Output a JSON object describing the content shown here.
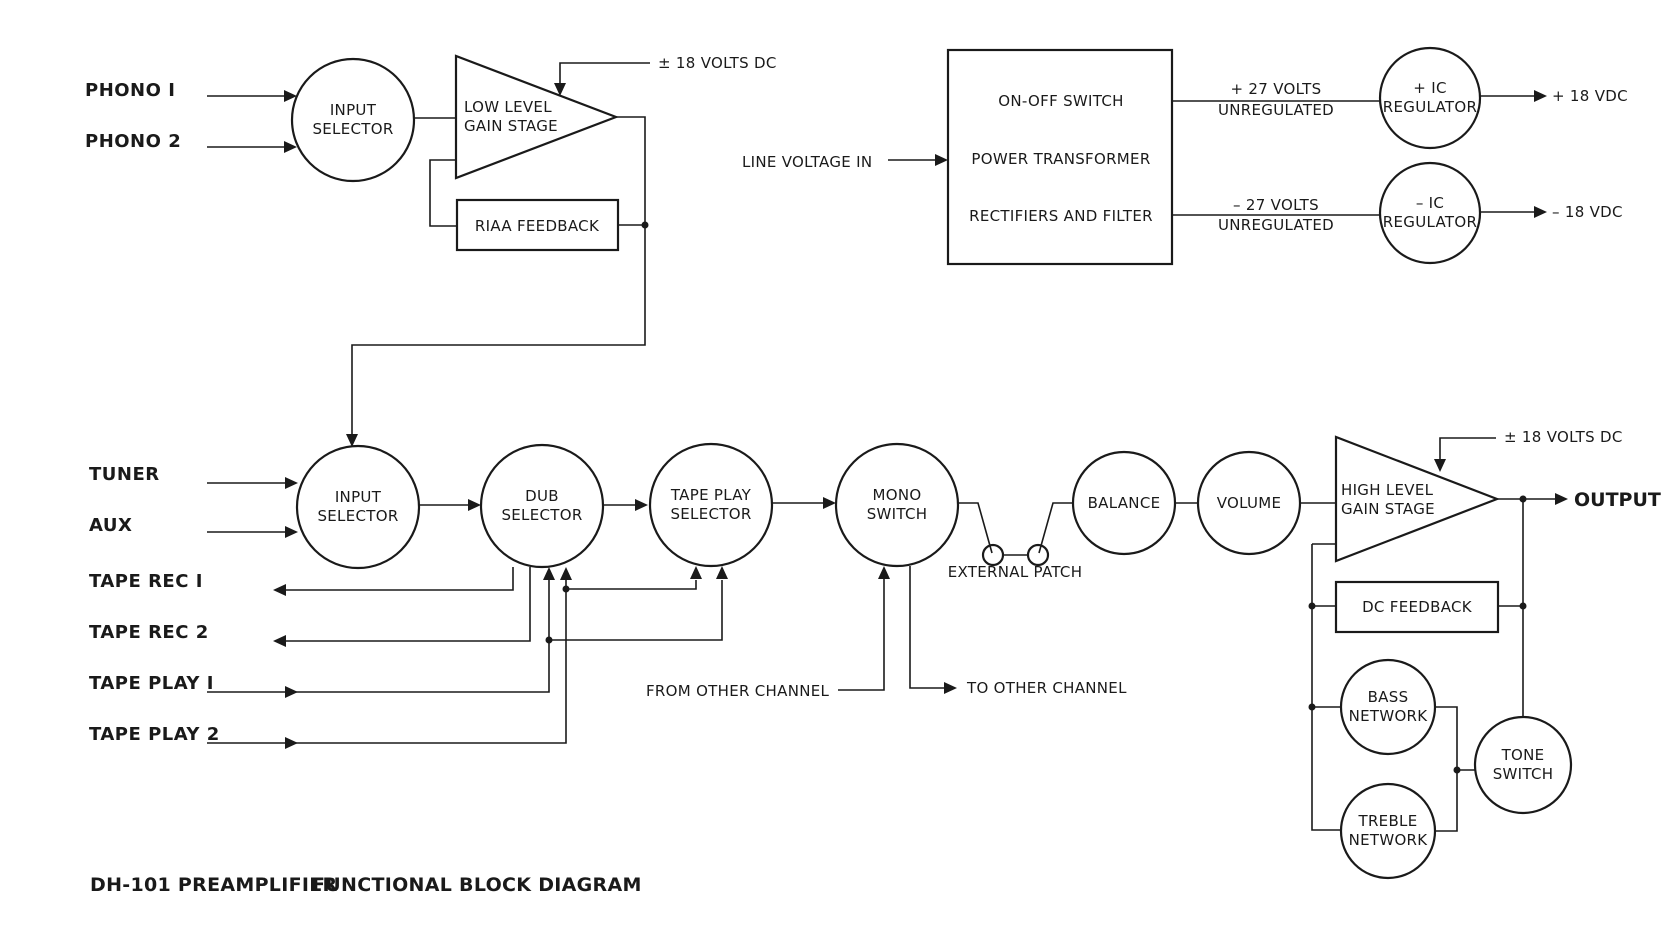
{
  "caption": {
    "model": "DH-101 PREAMPLIFIER",
    "title": "FUNCTIONAL BLOCK DIAGRAM"
  },
  "inputs": {
    "phono1": "PHONO I",
    "phono2": "PHONO 2",
    "tuner": "TUNER",
    "aux": "AUX",
    "tape_rec1": "TAPE REC I",
    "tape_rec2": "TAPE REC 2",
    "tape_play1": "TAPE PLAY I",
    "tape_play2": "TAPE PLAY 2"
  },
  "phono_section": {
    "input_selector": [
      "INPUT",
      "SELECTOR"
    ],
    "low_level_gain": [
      "LOW LEVEL",
      "GAIN STAGE"
    ],
    "supply": "± 18 VOLTS DC",
    "riaa_feedback": "RIAA FEEDBACK"
  },
  "power_supply": {
    "line_voltage_in": "LINE VOLTAGE IN",
    "on_off_switch": "ON-OFF SWITCH",
    "power_transformer": "POWER TRANSFORMER",
    "rectifiers": "RECTIFIERS AND FILTER",
    "pos_unreg": [
      "+ 27 VOLTS",
      "UNREGULATED"
    ],
    "neg_unreg": [
      "– 27 VOLTS",
      "UNREGULATED"
    ],
    "pos_regulator": [
      "+ IC",
      "REGULATOR"
    ],
    "neg_regulator": [
      "– IC",
      "REGULATOR"
    ],
    "pos_out": "+ 18 VDC",
    "neg_out": "– 18 VDC"
  },
  "line_section": {
    "input_selector": [
      "INPUT",
      "SELECTOR"
    ],
    "dub_selector": [
      "DUB",
      "SELECTOR"
    ],
    "tape_play_selector": [
      "TAPE PLAY",
      "SELECTOR"
    ],
    "mono_switch": [
      "MONO",
      "SWITCH"
    ],
    "external_patch": "EXTERNAL PATCH",
    "balance": "BALANCE",
    "volume": "VOLUME",
    "high_level_gain": [
      "HIGH LEVEL",
      "GAIN STAGE"
    ],
    "supply": "± 18 VOLTS DC",
    "output": "OUTPUT",
    "dc_feedback": "DC FEEDBACK",
    "bass_network": [
      "BASS",
      "NETWORK"
    ],
    "treble_network": [
      "TREBLE",
      "NETWORK"
    ],
    "tone_switch": [
      "TONE",
      "SWITCH"
    ],
    "from_other_channel": "FROM OTHER CHANNEL",
    "to_other_channel": "TO OTHER CHANNEL"
  }
}
